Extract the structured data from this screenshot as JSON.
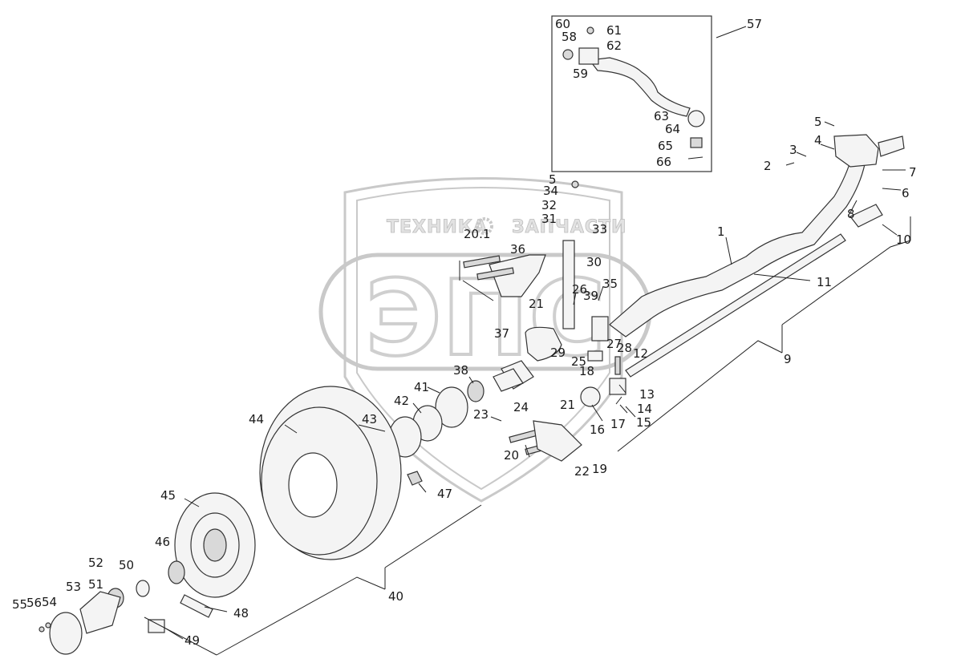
{
  "watermark": {
    "left_text": "ТЕХНИКА",
    "right_text": "ЗАПЧАСТИ",
    "logo_text": "ЭПС"
  },
  "labels": [
    "1",
    "2",
    "3",
    "4",
    "5",
    "6",
    "7",
    "8",
    "9",
    "10",
    "11",
    "12",
    "13",
    "14",
    "15",
    "16",
    "17",
    "18",
    "19",
    "20",
    "20.1",
    "21",
    "22",
    "23",
    "24",
    "25",
    "26",
    "27",
    "28",
    "29",
    "30",
    "31",
    "32",
    "33",
    "34",
    "35",
    "36",
    "37",
    "38",
    "39",
    "40",
    "41",
    "42",
    "43",
    "44",
    "45",
    "46",
    "47",
    "48",
    "49",
    "50",
    "51",
    "52",
    "53",
    "54",
    "55",
    "56",
    "57",
    "58",
    "59",
    "60",
    "61",
    "62",
    "63",
    "64",
    "65",
    "66"
  ]
}
